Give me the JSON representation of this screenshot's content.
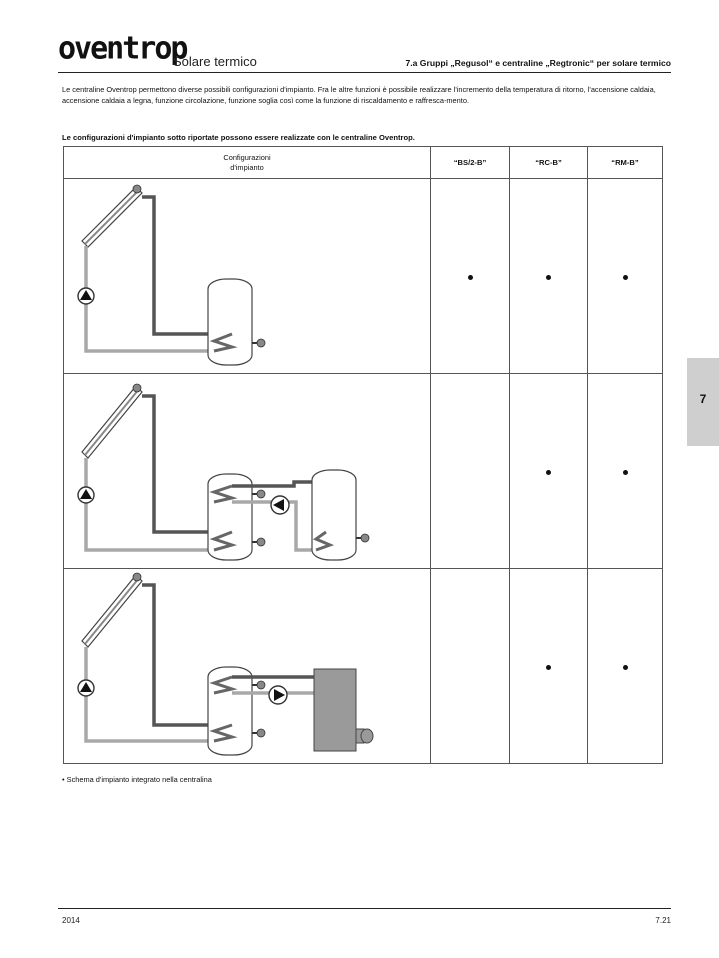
{
  "header": {
    "brand": "oventrop",
    "product": "Solare termico",
    "section": "7.a Gruppi „Regusol“ e centraline „Regtronic“ per solare termico"
  },
  "intro": "Le centraline Oventrop permettono diverse possibili configurazioni d'impianto. Fra le altre funzioni è possibile realizzare l'incremento della temperatura di ritorno, l'accensione caldaia, accensione caldaia a legna, funzione circolazione, funzione soglia così come la funzione di riscaldamento e raffresca-mento.",
  "subheading": "Le configurazioni d'impianto sotto riportate possono essere realizzate con le centraline Oventrop.",
  "table": {
    "header_config_line1": "Configurazioni",
    "header_config_line2": "d'impianto",
    "columns": [
      "“BS/2-B”",
      "“RC-B”",
      "“RM-B”"
    ],
    "rows": [
      {
        "diagram": "solar-collector-single-storage",
        "supported": [
          true,
          true,
          true
        ]
      },
      {
        "diagram": "solar-collector-two-storage-transfer-pump",
        "supported": [
          false,
          true,
          true
        ]
      },
      {
        "diagram": "solar-collector-storage-boiler",
        "supported": [
          false,
          true,
          true
        ]
      }
    ]
  },
  "note": "• Schema d'impianto integrato nella centralina",
  "side_tab": "7",
  "footer": {
    "year": "2014",
    "page": "7.21"
  },
  "colors": {
    "dark_pipe": "#555555",
    "light_pipe": "#a8a8a8",
    "boiler": "#9a9a9a",
    "tab": "#cfcfcf"
  }
}
